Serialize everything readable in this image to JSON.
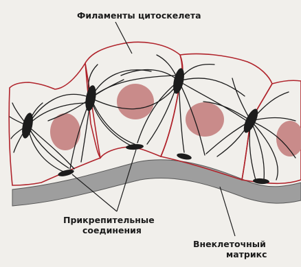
{
  "labels": {
    "filaments": "Филаменты цитоскелета",
    "junctions_line1": "Прикрепительные",
    "junctions_line2": "соединения",
    "matrix_line1": "Внеклеточный",
    "matrix_line2": "матрикс"
  },
  "colors": {
    "background": "#f1efeb",
    "cell_membrane": "#b0232b",
    "nucleus": "#c98b8a",
    "filament": "#1a1a1a",
    "junction": "#1c1c1c",
    "matrix": "#9e9e9e",
    "label_text": "#1b1b1b"
  },
  "icons": {
    "cells": "epithelial-cell-sheet",
    "nucleus": "cell-nucleus",
    "junctions": "desmosome-hemidesmosome"
  }
}
